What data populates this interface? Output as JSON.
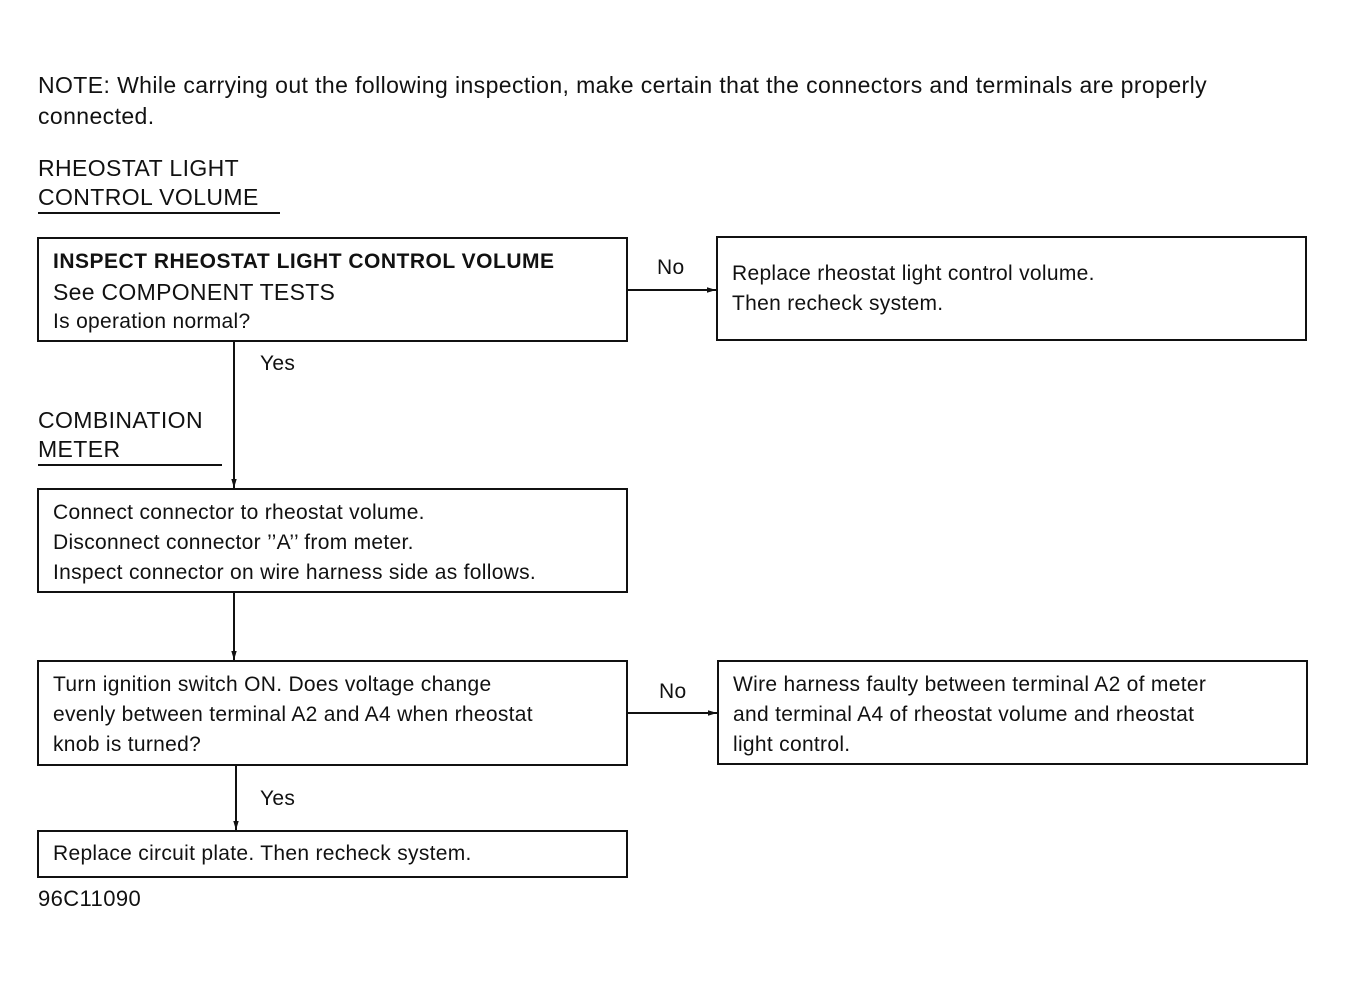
{
  "note": {
    "text": "NOTE:  While carrying out the following inspection, make certain that the connectors and terminals are properly connected."
  },
  "sections": {
    "rheostat": {
      "line1": "RHEOSTAT LIGHT",
      "line2": "CONTROL VOLUME"
    },
    "combination": {
      "line1": "COMBINATION",
      "line2": "METER"
    }
  },
  "steps": {
    "inspect": {
      "title": "INSPECT RHEOSTAT LIGHT CONTROL VOLUME",
      "line2": "See COMPONENT TESTS",
      "line3": "Is operation normal?"
    },
    "replace_volume": {
      "line1": "Replace rheostat light control volume.",
      "line2": "Then recheck system."
    },
    "connect": {
      "line1": "Connect connector to rheostat volume.",
      "line2": "Disconnect connector ’’A’’ from meter.",
      "line3": "Inspect connector on wire harness side as follows."
    },
    "voltage": {
      "line1": "Turn ignition switch ON. Does voltage change",
      "line2": "evenly between terminal A2 and A4 when rheostat",
      "line3": "knob is turned?"
    },
    "harness_faulty": {
      "line1": "Wire harness faulty between terminal A2 of meter",
      "line2": "and terminal A4 of rheostat volume and rheostat",
      "line3": "light control."
    },
    "replace_plate": {
      "line1": "Replace circuit plate. Then recheck system."
    }
  },
  "branches": {
    "no_1": "No",
    "yes_1": "Yes",
    "no_2": "No",
    "yes_2": "Yes"
  },
  "figure_id": "96C11090"
}
